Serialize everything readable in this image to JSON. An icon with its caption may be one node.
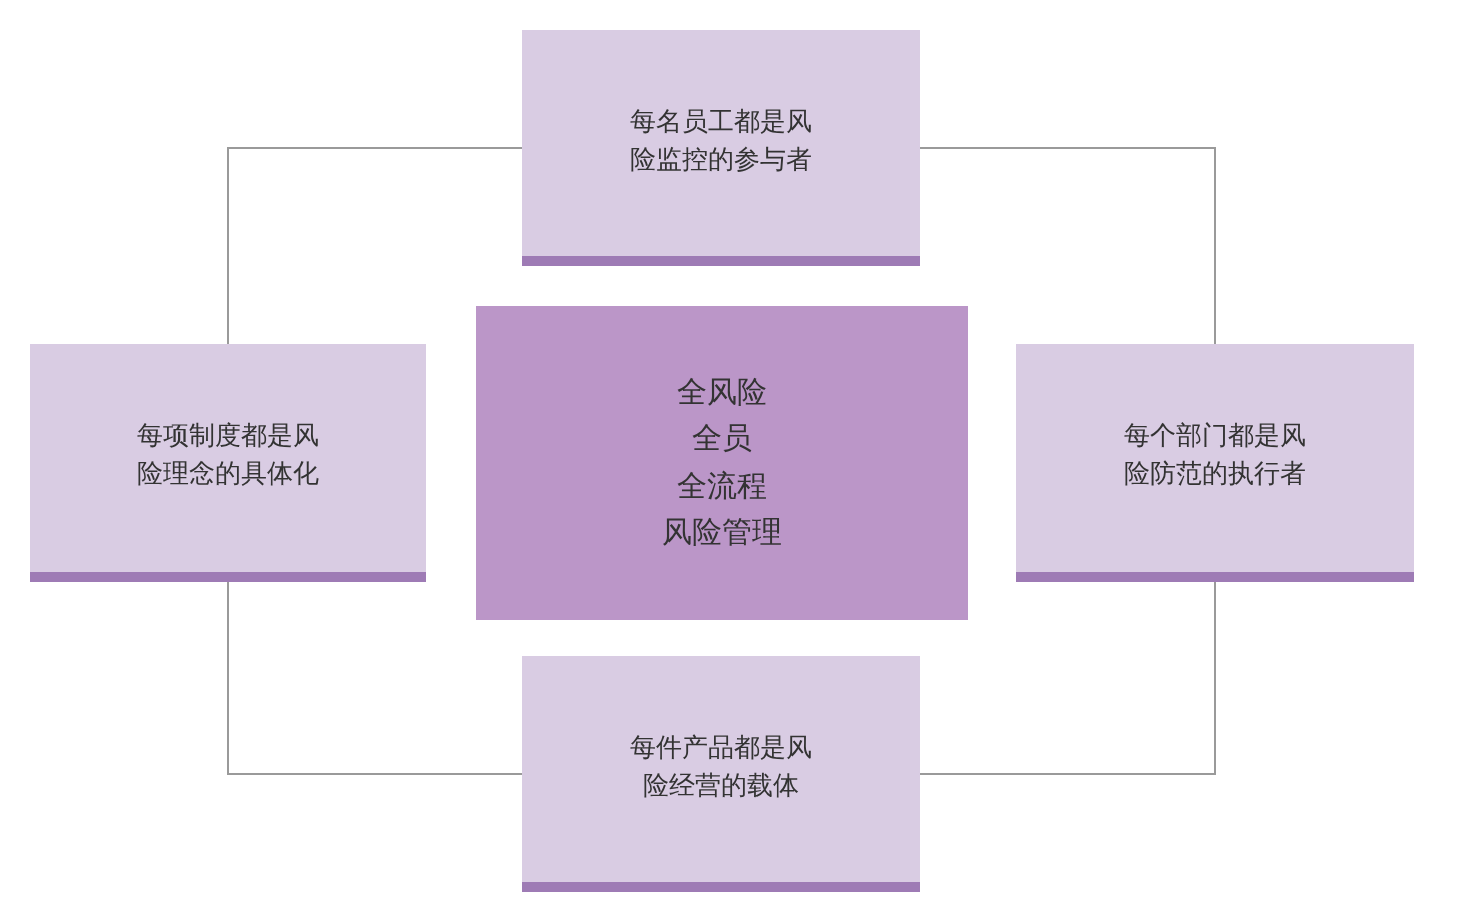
{
  "diagram": {
    "nodes": [
      {
        "text": [
          "每名员工都是风险监控的参与者"
        ]
      },
      {
        "text": [
          "每项制度都是风险理念的具体化"
        ]
      },
      {
        "text": [
          "全风险",
          "全员",
          "全流程",
          "风险管理"
        ]
      },
      {
        "text": [
          "每个部门都是风险防范的执行者"
        ]
      },
      {
        "text": [
          "每件产品都是风险经营的载体"
        ]
      }
    ],
    "edges": [
      {
        "from": 0,
        "to": 1,
        "arrow": "none"
      },
      {
        "from": 0,
        "to": 3,
        "arrow": "none"
      },
      {
        "from": 1,
        "to": 4,
        "arrow": "none"
      },
      {
        "from": 3,
        "to": 4,
        "arrow": "none"
      }
    ]
  }
}
